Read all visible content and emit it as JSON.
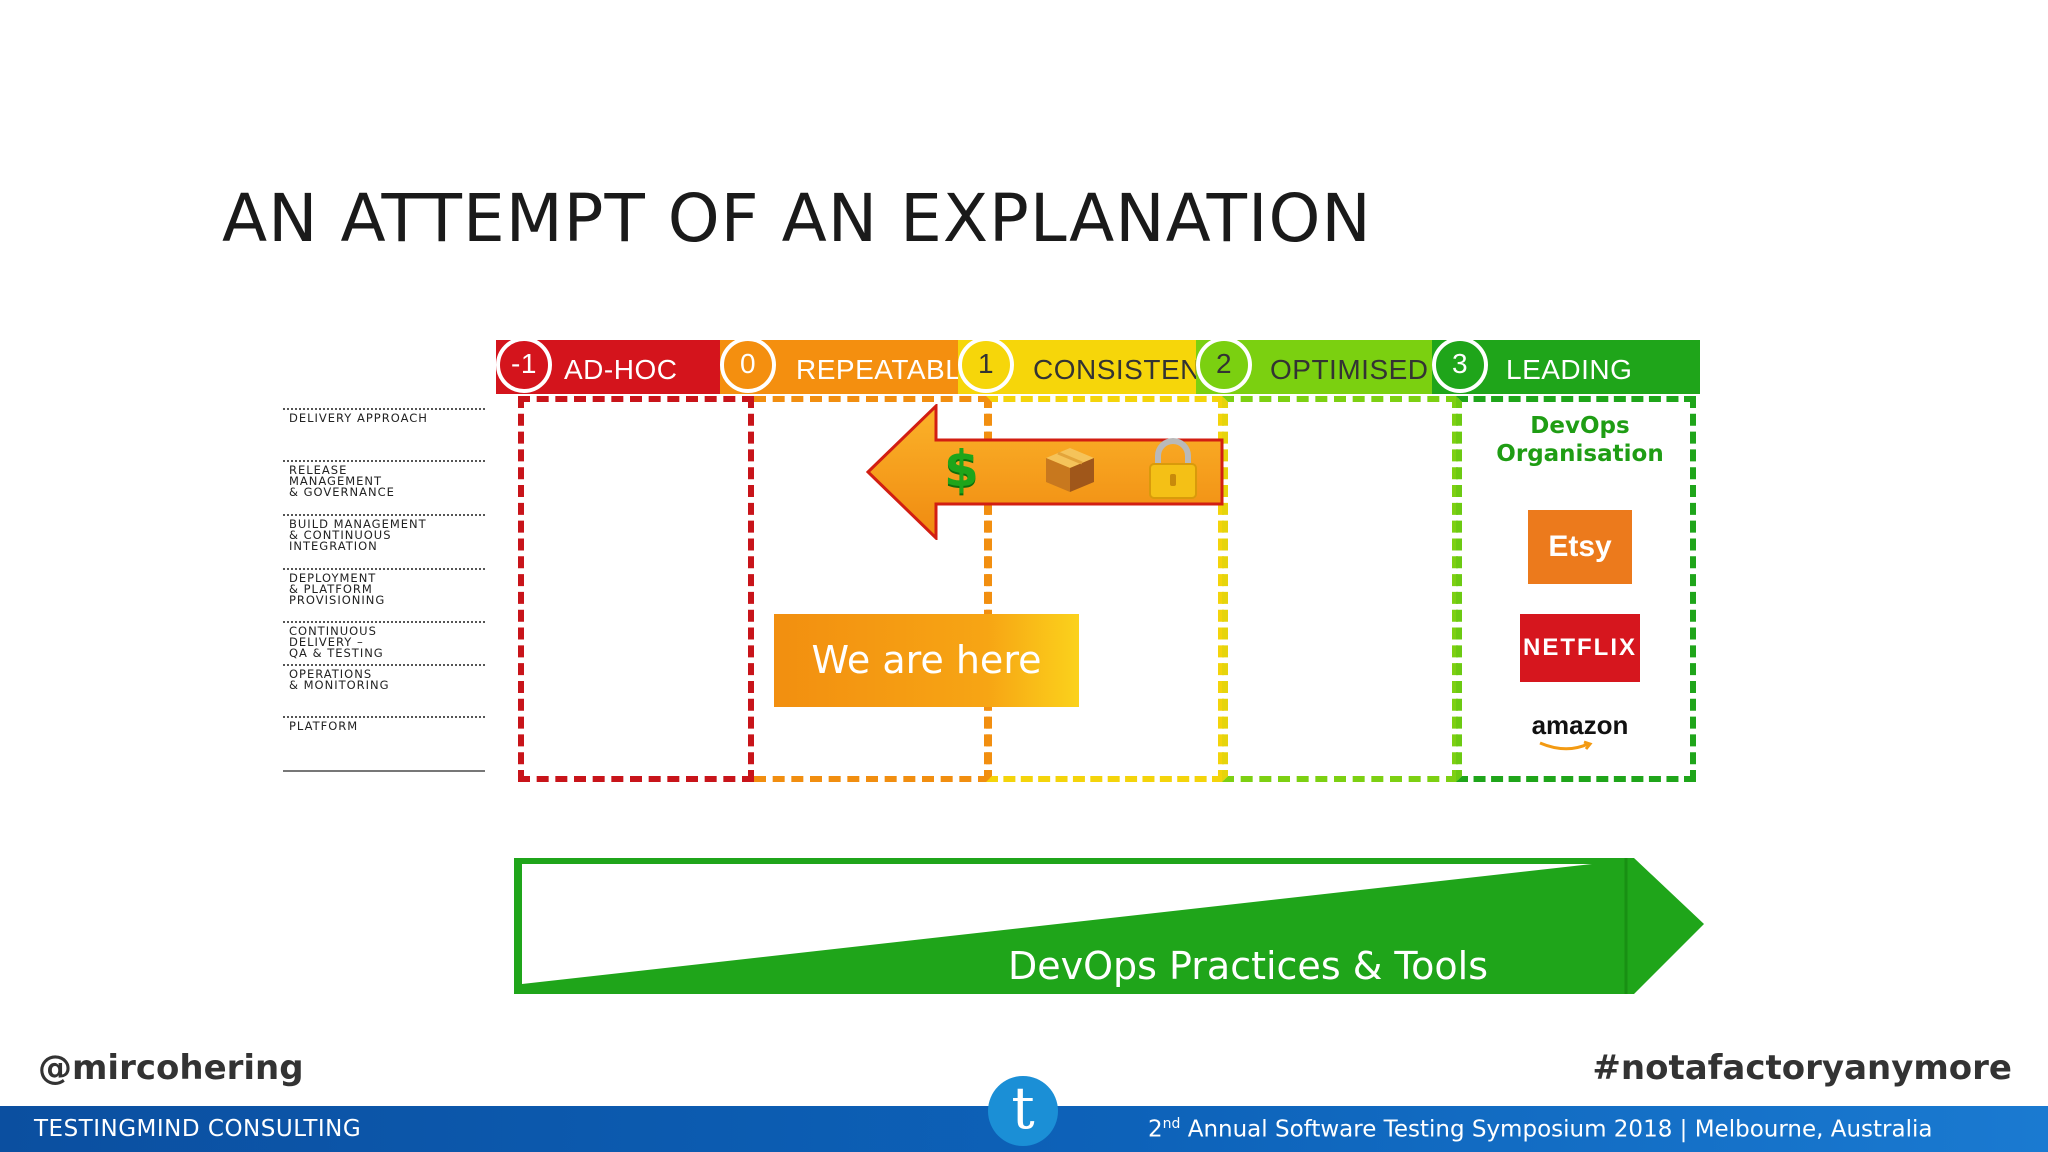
{
  "slide": {
    "title": "AN ATTEMPT OF AN EXPLANATION"
  },
  "row_labels": [
    "DELIVERY APPROACH",
    "RELEASE\nMANAGEMENT\n& GOVERNANCE",
    "BUILD MANAGEMENT\n& CONTINUOUS\nINTEGRATION",
    "DEPLOYMENT\n& PLATFORM\nPROVISIONING",
    "CONTINUOUS\nDELIVERY –\nQA & TESTING",
    "OPERATIONS\n& MONITORING",
    "PLATFORM"
  ],
  "stages": [
    {
      "num": "-1",
      "label": "AD-HOC",
      "color": "#d4141c"
    },
    {
      "num": "0",
      "label": "REPEATABLE",
      "color": "#f48f0f"
    },
    {
      "num": "1",
      "label": "CONSISTENT",
      "color": "#f6d60a"
    },
    {
      "num": "2",
      "label": "OPTIMISED",
      "color": "#7bd010"
    },
    {
      "num": "3",
      "label": "LEADING",
      "color": "#1fa51a"
    }
  ],
  "leading_box": {
    "heading_line1": "DevOps",
    "heading_line2": "Organisation",
    "logos": {
      "etsy": "Etsy",
      "netflix": "NETFLIX",
      "amazon": "amazon"
    }
  },
  "arrow_icons": [
    "dollar-icon",
    "box-icon",
    "lock-icon"
  ],
  "dollar_symbol": "$",
  "marker": {
    "label": "We are here"
  },
  "practices": {
    "label": "DevOps Practices & Tools"
  },
  "footer": {
    "handle": "@mircohering",
    "hashtag": "#notafactoryanymore",
    "company": "TESTINGMIND CONSULTING",
    "event_ordinal": "2",
    "event_sup": "nd",
    "event_text": " Annual Software Testing Symposium 2018 | Melbourne, Australia",
    "logo_letter": "t"
  }
}
